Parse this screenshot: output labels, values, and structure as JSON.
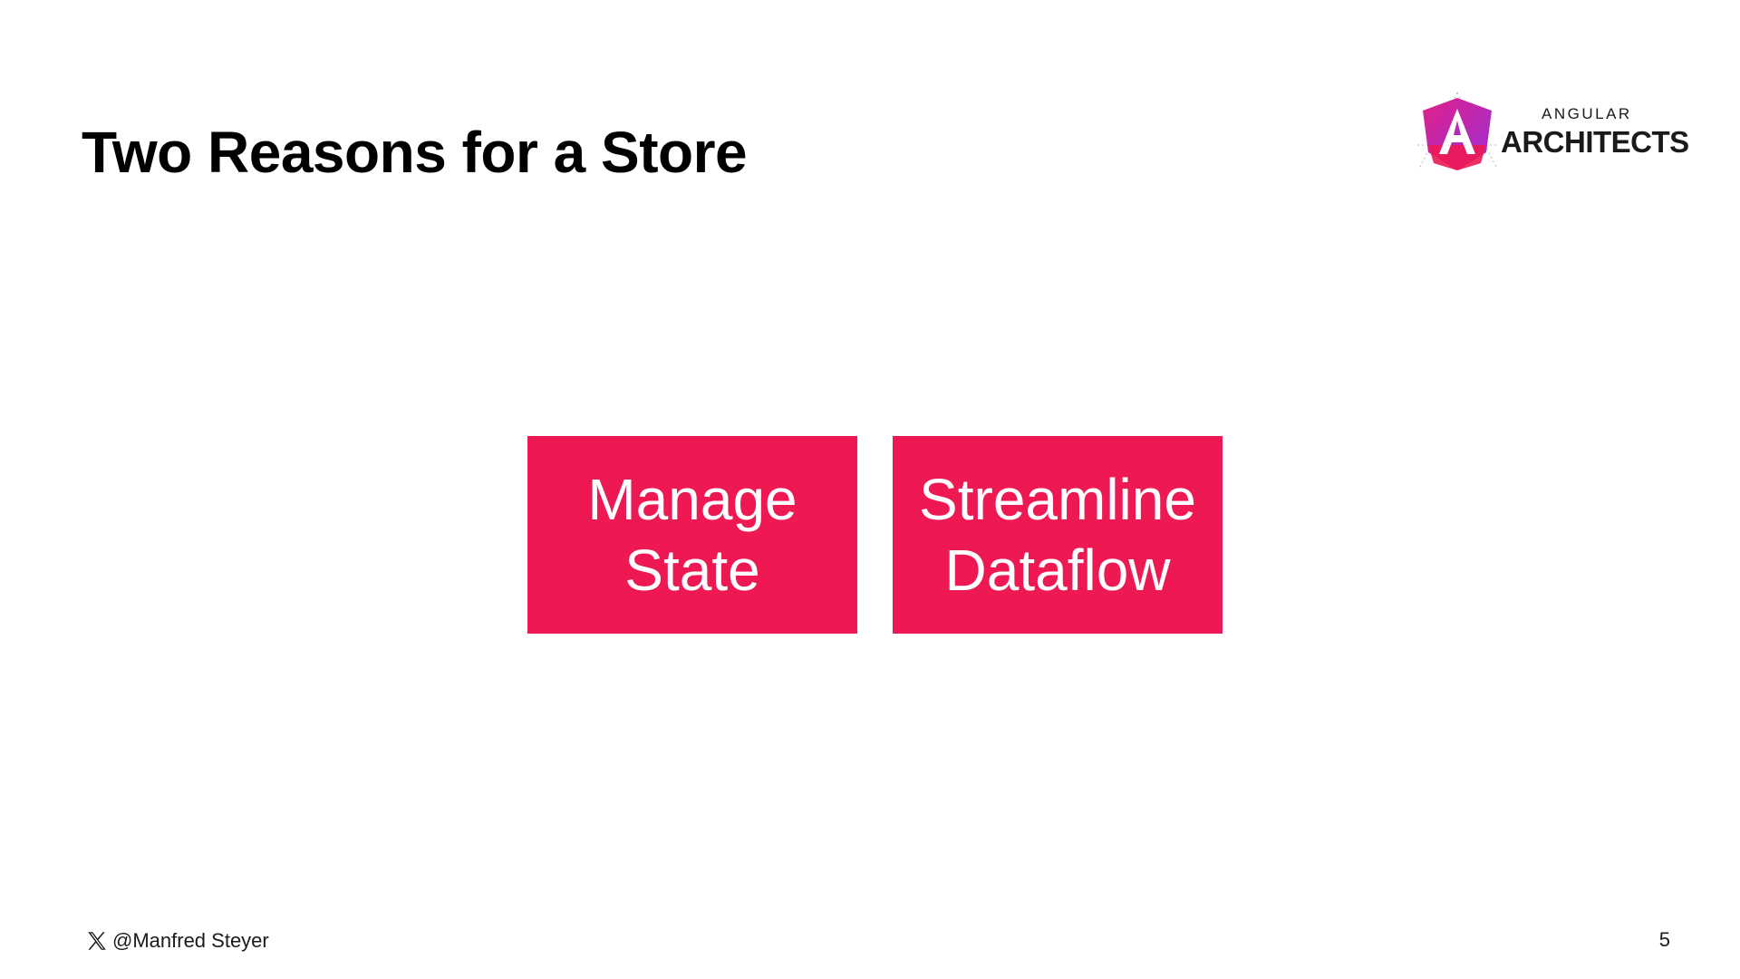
{
  "slide": {
    "title": "Two Reasons for a Store",
    "page_number": "5"
  },
  "logo": {
    "top_text": "ANGULAR",
    "bottom_text": "ARCHITECTS",
    "mark_letter": "A",
    "colors": {
      "magenta": "#e0218a",
      "purple": "#9b2fd6",
      "pink_red": "#ee1853"
    }
  },
  "boxes": [
    {
      "label": "Manage\nState"
    },
    {
      "label": "Streamline\nDataflow"
    }
  ],
  "footer": {
    "handle": "@Manfred Steyer",
    "icon": "x-logo-icon"
  },
  "colors": {
    "box_fill": "#ee1853",
    "box_text": "#ffffff",
    "text": "#000000"
  }
}
